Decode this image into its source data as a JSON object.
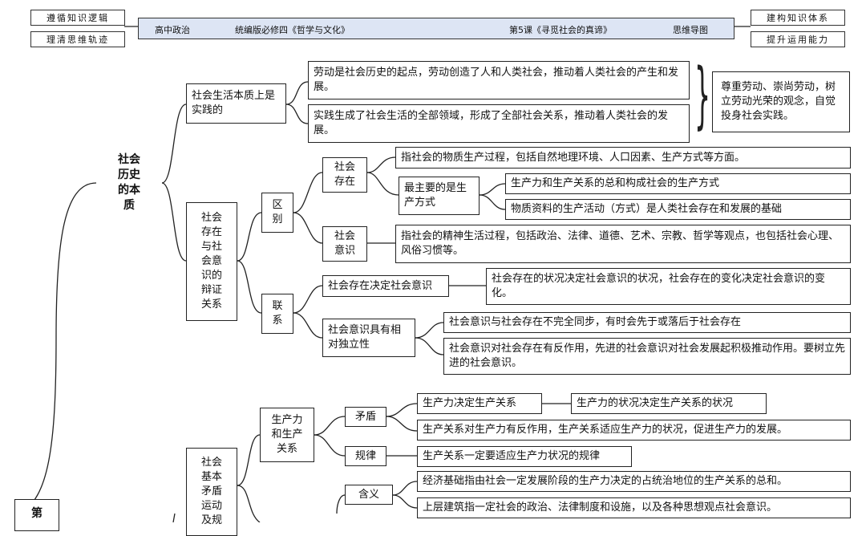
{
  "header": {
    "left_top": "遵循知识逻辑",
    "left_bottom": "理清思维轨迹",
    "right_top": "建构知识体系",
    "right_bottom": "提升运用能力",
    "subject": "高中政治",
    "edition": "统编版必修四《哲学与文化》",
    "lesson": "第5课《寻觅社会的真谛》",
    "type": "思维导图"
  },
  "map": {
    "root_label": "第",
    "s1": {
      "title": "社会历史的本质",
      "practice": {
        "label": "社会生活本质上是实践的",
        "p1": "劳动是社会历史的起点，劳动创造了人和人类社会，推动着人类社会的产生和发展。",
        "p2": "实践生成了社会生活的全部领域，形成了全部社会关系，推动着人类社会的发展。",
        "note": "尊重劳动、崇尚劳动，树立劳动光荣的观念，自觉投身社会实践。"
      },
      "dialectic": {
        "label": "社会存在与社会意识的辩证关系",
        "diff": {
          "label": "区别",
          "being": "社会存在",
          "being_def": "指社会的物质生产过程，包括自然地理环境、人口因素、生产方式等方面。",
          "mode": "最主要的是生产方式",
          "mode_a": "生产力和生产关系的总和构成社会的生产方式",
          "mode_b": "物质资料的生产活动（方式）是人类社会存在和发展的基础",
          "consc": "社会意识",
          "consc_def": "指社会的精神生活过程，包括政治、法律、道德、艺术、宗教、哲学等观点，也包括社会心理、风俗习惯等。"
        },
        "link": {
          "label": "联系",
          "decide": "社会存在决定社会意识",
          "decide_def": "社会存在的状况决定社会意识的状况，社会存在的变化决定社会意识的变化。",
          "indep": "社会意识具有相对独立性",
          "indep_a": "社会意识与社会存在不完全同步，有时会先于或落后于社会存在",
          "indep_b": "社会意识对社会存在有反作用，先进的社会意识对社会发展起积极推动作用。要树立先进的社会意识。"
        }
      }
    },
    "s2": {
      "title": "社会基本矛盾运动及规",
      "prod": {
        "label": "生产力和生产关系",
        "contra": "矛盾",
        "c1": "生产力决定生产关系",
        "c1_def": "生产力的状况决定生产关系的状况",
        "c2": "生产关系对生产力有反作用，生产关系适应生产力的状况，促进生产力的发展。",
        "law": "规律",
        "law_def": "生产关系一定要适应生产力状况的规律"
      },
      "base": {
        "meaning": "含义",
        "m1": "经济基础指由社会一定发展阶段的生产力决定的占统治地位的生产关系的总和。",
        "m2": "上层建筑指一定社会的政治、法律制度和设施，以及各种思想观点社会意识。"
      }
    }
  }
}
